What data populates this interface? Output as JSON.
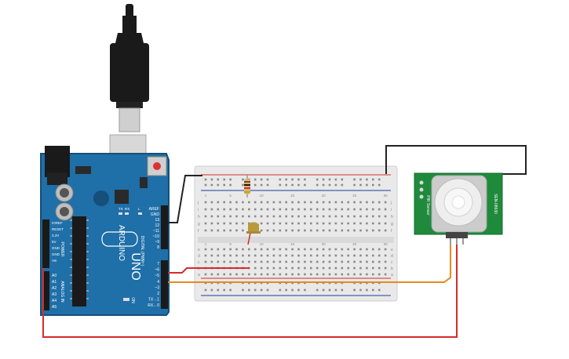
{
  "colors": {
    "arduino_board": "#1f6fa8",
    "arduino_dark": "#164f7a",
    "breadboard": "#e9e9e9",
    "wire_red": "#d52b2b",
    "wire_orange": "#e58a1f",
    "wire_black": "#222222",
    "pir_board": "#1f8a3c",
    "led": "#b89a3a",
    "usb_cable": "#1a1a1a"
  },
  "arduino": {
    "brand_text": "ARDUINO",
    "model_text": "UNO",
    "power_header_labels": [
      "IOREF",
      "RESET",
      "3.3V",
      "5V",
      "GND",
      "GND",
      "Vin"
    ],
    "analog_header_labels": [
      "A0",
      "A1",
      "A2",
      "A3",
      "A4",
      "A5"
    ],
    "analog_section_label": "ANALOG IN",
    "power_section_label": "POWER",
    "digital_header_labels": [
      "AREF",
      "GND",
      "13",
      "12",
      "~11",
      "~10",
      "~9",
      "8",
      "7",
      "~6",
      "~5",
      "4",
      "~3",
      "2",
      "TX→1",
      "RX←0"
    ],
    "digital_section_label": "DIGITAL (PWM~)",
    "led_labels": [
      "TX",
      "RX",
      "L"
    ],
    "on_label": "ON"
  },
  "breadboard": {
    "row_letters_top": [
      "j",
      "i",
      "h",
      "g",
      "f"
    ],
    "row_letters_bottom": [
      "e",
      "d",
      "c",
      "b",
      "a"
    ],
    "column_numbers": [
      "1",
      "5",
      "10",
      "15",
      "20",
      "25",
      "30"
    ]
  },
  "pir_sensor": {
    "label_left": "PIR Sensor",
    "label_right": "SEN-08630"
  },
  "icons": {
    "usb_cable": "usb-cable-icon",
    "reset_button": "reset-button-icon",
    "power_jack": "power-jack-icon"
  }
}
